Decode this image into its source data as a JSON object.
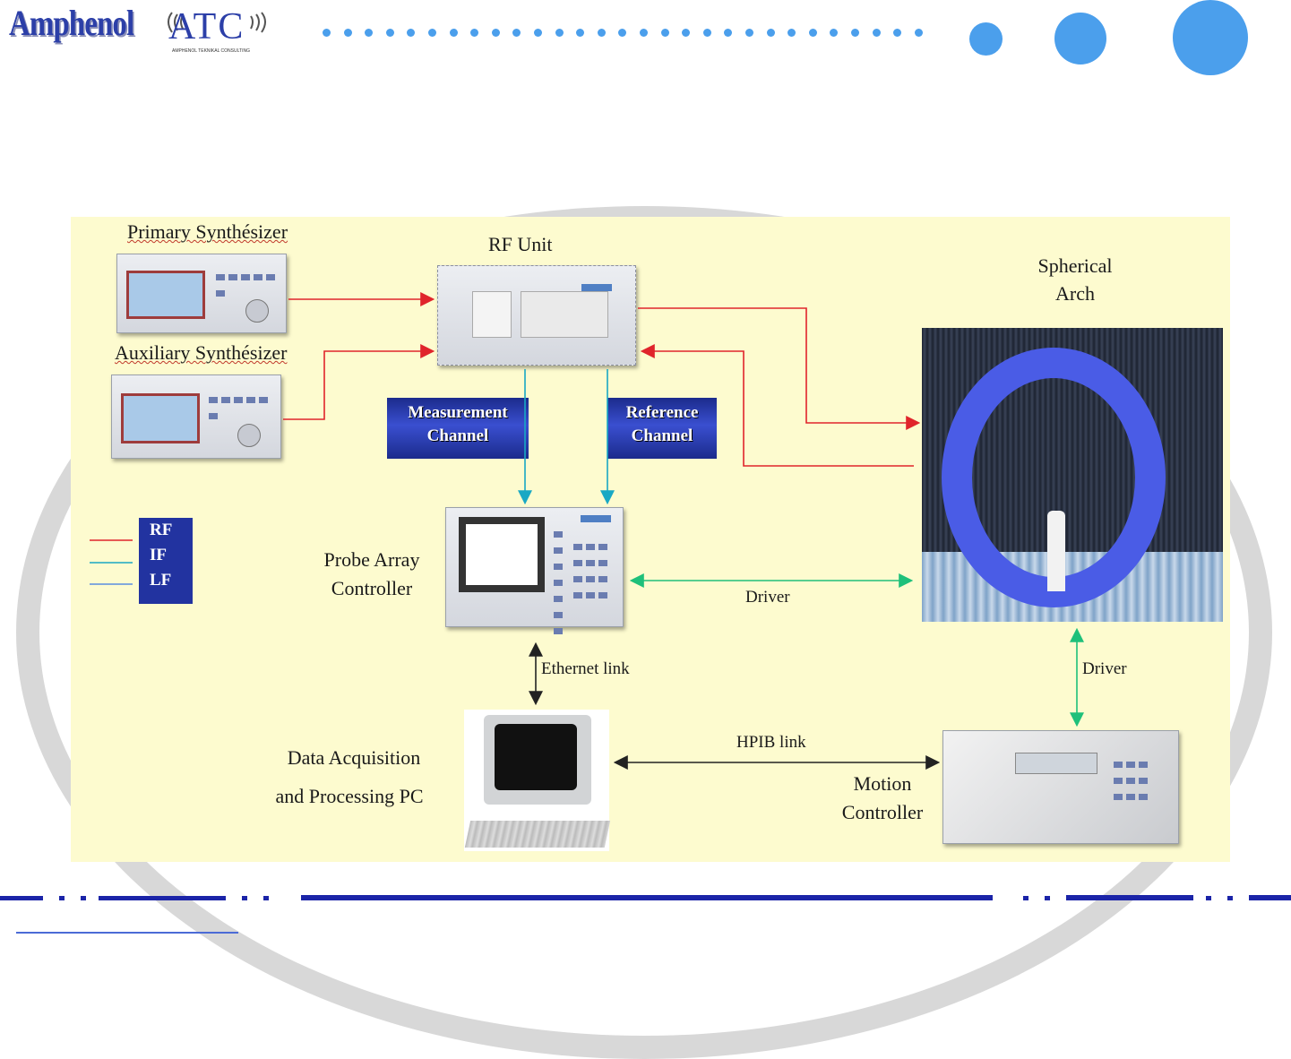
{
  "header": {
    "brand_left": "Amphenol",
    "brand_right": "ATC",
    "brand_right_sub": "AMPHENOL TEKNIKAL CONSULTING"
  },
  "diagram": {
    "labels": {
      "primary_synth": "Primary Synthésizer",
      "auxiliary_synth": "Auxiliary Synthésizer",
      "rf_unit": "RF Unit",
      "spherical_arch_1": "Spherical",
      "spherical_arch_2": "Arch",
      "probe_array_1": "Probe Array",
      "probe_array_2": "Controller",
      "data_acq_1": "Data Acquisition",
      "data_acq_2": "and Processing PC",
      "motion_1": "Motion",
      "motion_2": "Controller",
      "driver_horizontal": "Driver",
      "driver_vertical": "Driver",
      "ethernet": "Ethernet link",
      "hpib": "HPIB link"
    },
    "channels": {
      "measurement_1": "Measurement",
      "measurement_2": "Channel",
      "reference_1": "Reference",
      "reference_2": "Channel"
    },
    "legend": {
      "rf": "RF",
      "if": "IF",
      "lf": "LF"
    },
    "colors": {
      "rf": "#e0242b",
      "if": "#19a8c4",
      "lf": "#5a8ee0",
      "driver": "#1ec07a",
      "black_link": "#222222",
      "panel_bg": "#fdfbcf",
      "accent": "#4b9fec"
    }
  }
}
